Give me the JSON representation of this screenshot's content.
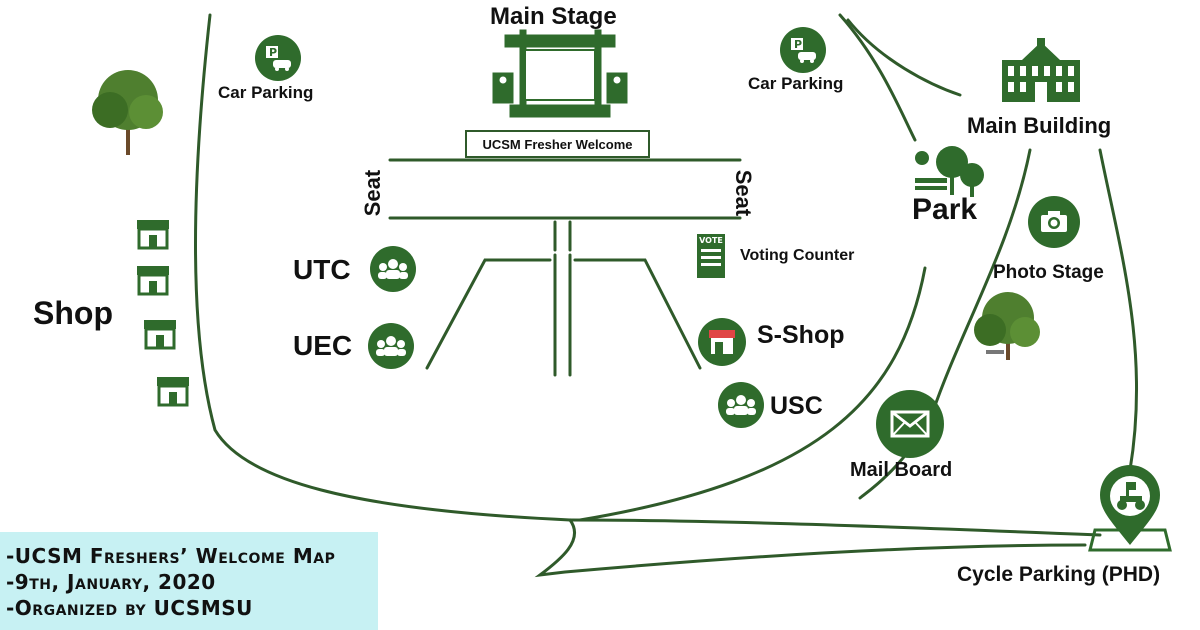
{
  "map": {
    "main_stage": "Main Stage",
    "banner": "UCSM Fresher Welcome",
    "seat_left": "Seat",
    "seat_right": "Seat",
    "car_parking_left": "Car Parking",
    "car_parking_right": "Car Parking",
    "main_building": "Main Building",
    "park": "Park",
    "photo_stage": "Photo Stage",
    "shop": "Shop",
    "utc": "UTC",
    "uec": "UEC",
    "voting_counter": "Voting Counter",
    "vote_sign": "VOTE",
    "s_shop": "S-Shop",
    "usc": "USC",
    "mail_board": "Mail Board",
    "cycle_parking": "Cycle Parking (PHD)"
  },
  "info": {
    "line1": "-UCSM Freshers’ Welcome Map",
    "line2": "-9th, January, 2020",
    "line3": "-Organized by UCSMSU"
  },
  "colors": {
    "green": "#2f6b2c",
    "path": "#2f5a2a",
    "info_bg": "#c7f1f3"
  }
}
